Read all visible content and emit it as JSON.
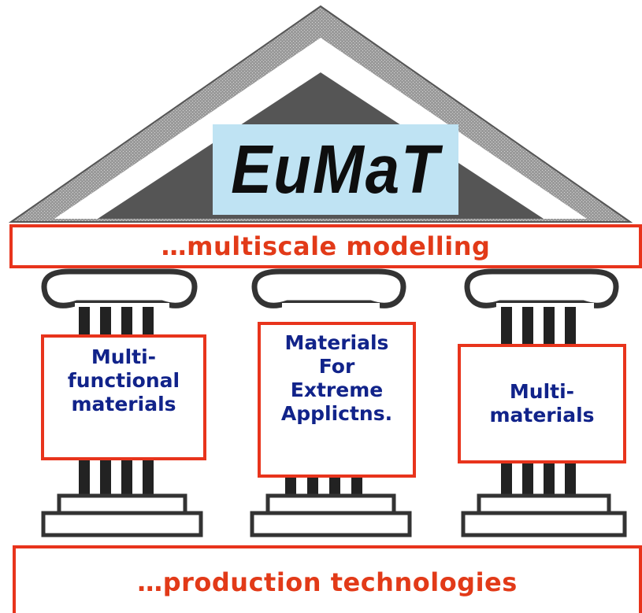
{
  "logo": {
    "text": "EuMaT",
    "background_color": "#bfe3f3"
  },
  "top_bar": {
    "label": "…multiscale modelling"
  },
  "bottom_bar": {
    "label": "…production technologies"
  },
  "pillars": [
    {
      "label": "Multi-\nfunctional\nmaterials"
    },
    {
      "label": "Materials\nFor\nExtreme\nApplictns."
    },
    {
      "label": "Multi-\nmaterials"
    }
  ],
  "colors": {
    "box_border": "#e8341c",
    "bar_text": "#e23a18",
    "pillar_text": "#11238a",
    "temple": "#8a8a8a"
  },
  "icons": [
    "temple-icon"
  ]
}
